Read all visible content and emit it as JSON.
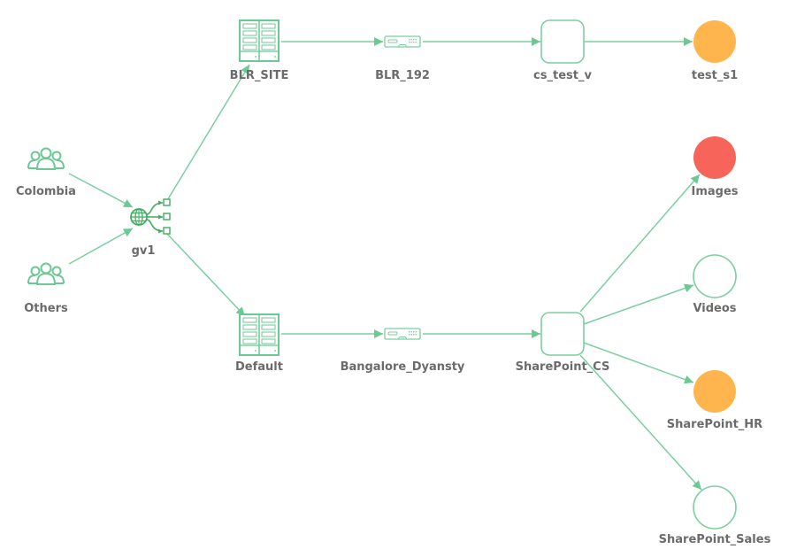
{
  "diagram": {
    "title": "Network traffic topology",
    "colors": {
      "edge": "#7bcfa0",
      "icon_stroke": "#6cc894",
      "icon_stroke_dark": "#3fae5f",
      "label": "#6b6b6b",
      "warning": "#ffb54d",
      "critical": "#f6645a",
      "outline": "#7bcfa0"
    },
    "nodes": [
      {
        "id": "colombia",
        "label": "Colombia",
        "type": "user-group",
        "icon": "users-icon",
        "status": "normal"
      },
      {
        "id": "others",
        "label": "Others",
        "type": "user-group",
        "icon": "users-icon",
        "status": "normal"
      },
      {
        "id": "gv1",
        "label": "gv1",
        "type": "gateway",
        "icon": "globe-network-icon",
        "status": "normal"
      },
      {
        "id": "blr_site",
        "label": "BLR_SITE",
        "type": "site",
        "icon": "server-rack-icon",
        "status": "normal"
      },
      {
        "id": "default",
        "label": "Default",
        "type": "site",
        "icon": "server-rack-icon",
        "status": "normal"
      },
      {
        "id": "blr_192",
        "label": "BLR_192",
        "type": "switch",
        "icon": "network-switch-icon",
        "status": "normal"
      },
      {
        "id": "bangalore_dyansty",
        "label": "Bangalore_Dyansty",
        "type": "switch",
        "icon": "network-switch-icon",
        "status": "normal"
      },
      {
        "id": "cs_test_v",
        "label": "cs_test_v",
        "type": "service",
        "icon": "rounded-square-icon",
        "status": "normal"
      },
      {
        "id": "sharepoint_cs",
        "label": "SharePoint_CS",
        "type": "service",
        "icon": "rounded-square-icon",
        "status": "normal"
      },
      {
        "id": "test_s1",
        "label": "test_s1",
        "type": "endpoint",
        "icon": "circle-icon",
        "status": "warning"
      },
      {
        "id": "images",
        "label": "Images",
        "type": "endpoint",
        "icon": "circle-icon",
        "status": "critical"
      },
      {
        "id": "videos",
        "label": "Videos",
        "type": "endpoint",
        "icon": "circle-icon",
        "status": "normal"
      },
      {
        "id": "sharepoint_hr",
        "label": "SharePoint_HR",
        "type": "endpoint",
        "icon": "circle-icon",
        "status": "warning"
      },
      {
        "id": "sharepoint_sales",
        "label": "SharePoint_Sales",
        "type": "endpoint",
        "icon": "circle-icon",
        "status": "normal"
      }
    ],
    "edges": [
      {
        "from": "colombia",
        "to": "gv1"
      },
      {
        "from": "others",
        "to": "gv1"
      },
      {
        "from": "gv1",
        "to": "blr_site"
      },
      {
        "from": "gv1",
        "to": "default"
      },
      {
        "from": "blr_site",
        "to": "blr_192"
      },
      {
        "from": "blr_192",
        "to": "cs_test_v"
      },
      {
        "from": "cs_test_v",
        "to": "test_s1"
      },
      {
        "from": "default",
        "to": "bangalore_dyansty"
      },
      {
        "from": "bangalore_dyansty",
        "to": "sharepoint_cs"
      },
      {
        "from": "sharepoint_cs",
        "to": "images"
      },
      {
        "from": "sharepoint_cs",
        "to": "videos"
      },
      {
        "from": "sharepoint_cs",
        "to": "sharepoint_hr"
      },
      {
        "from": "sharepoint_cs",
        "to": "sharepoint_sales"
      }
    ]
  }
}
